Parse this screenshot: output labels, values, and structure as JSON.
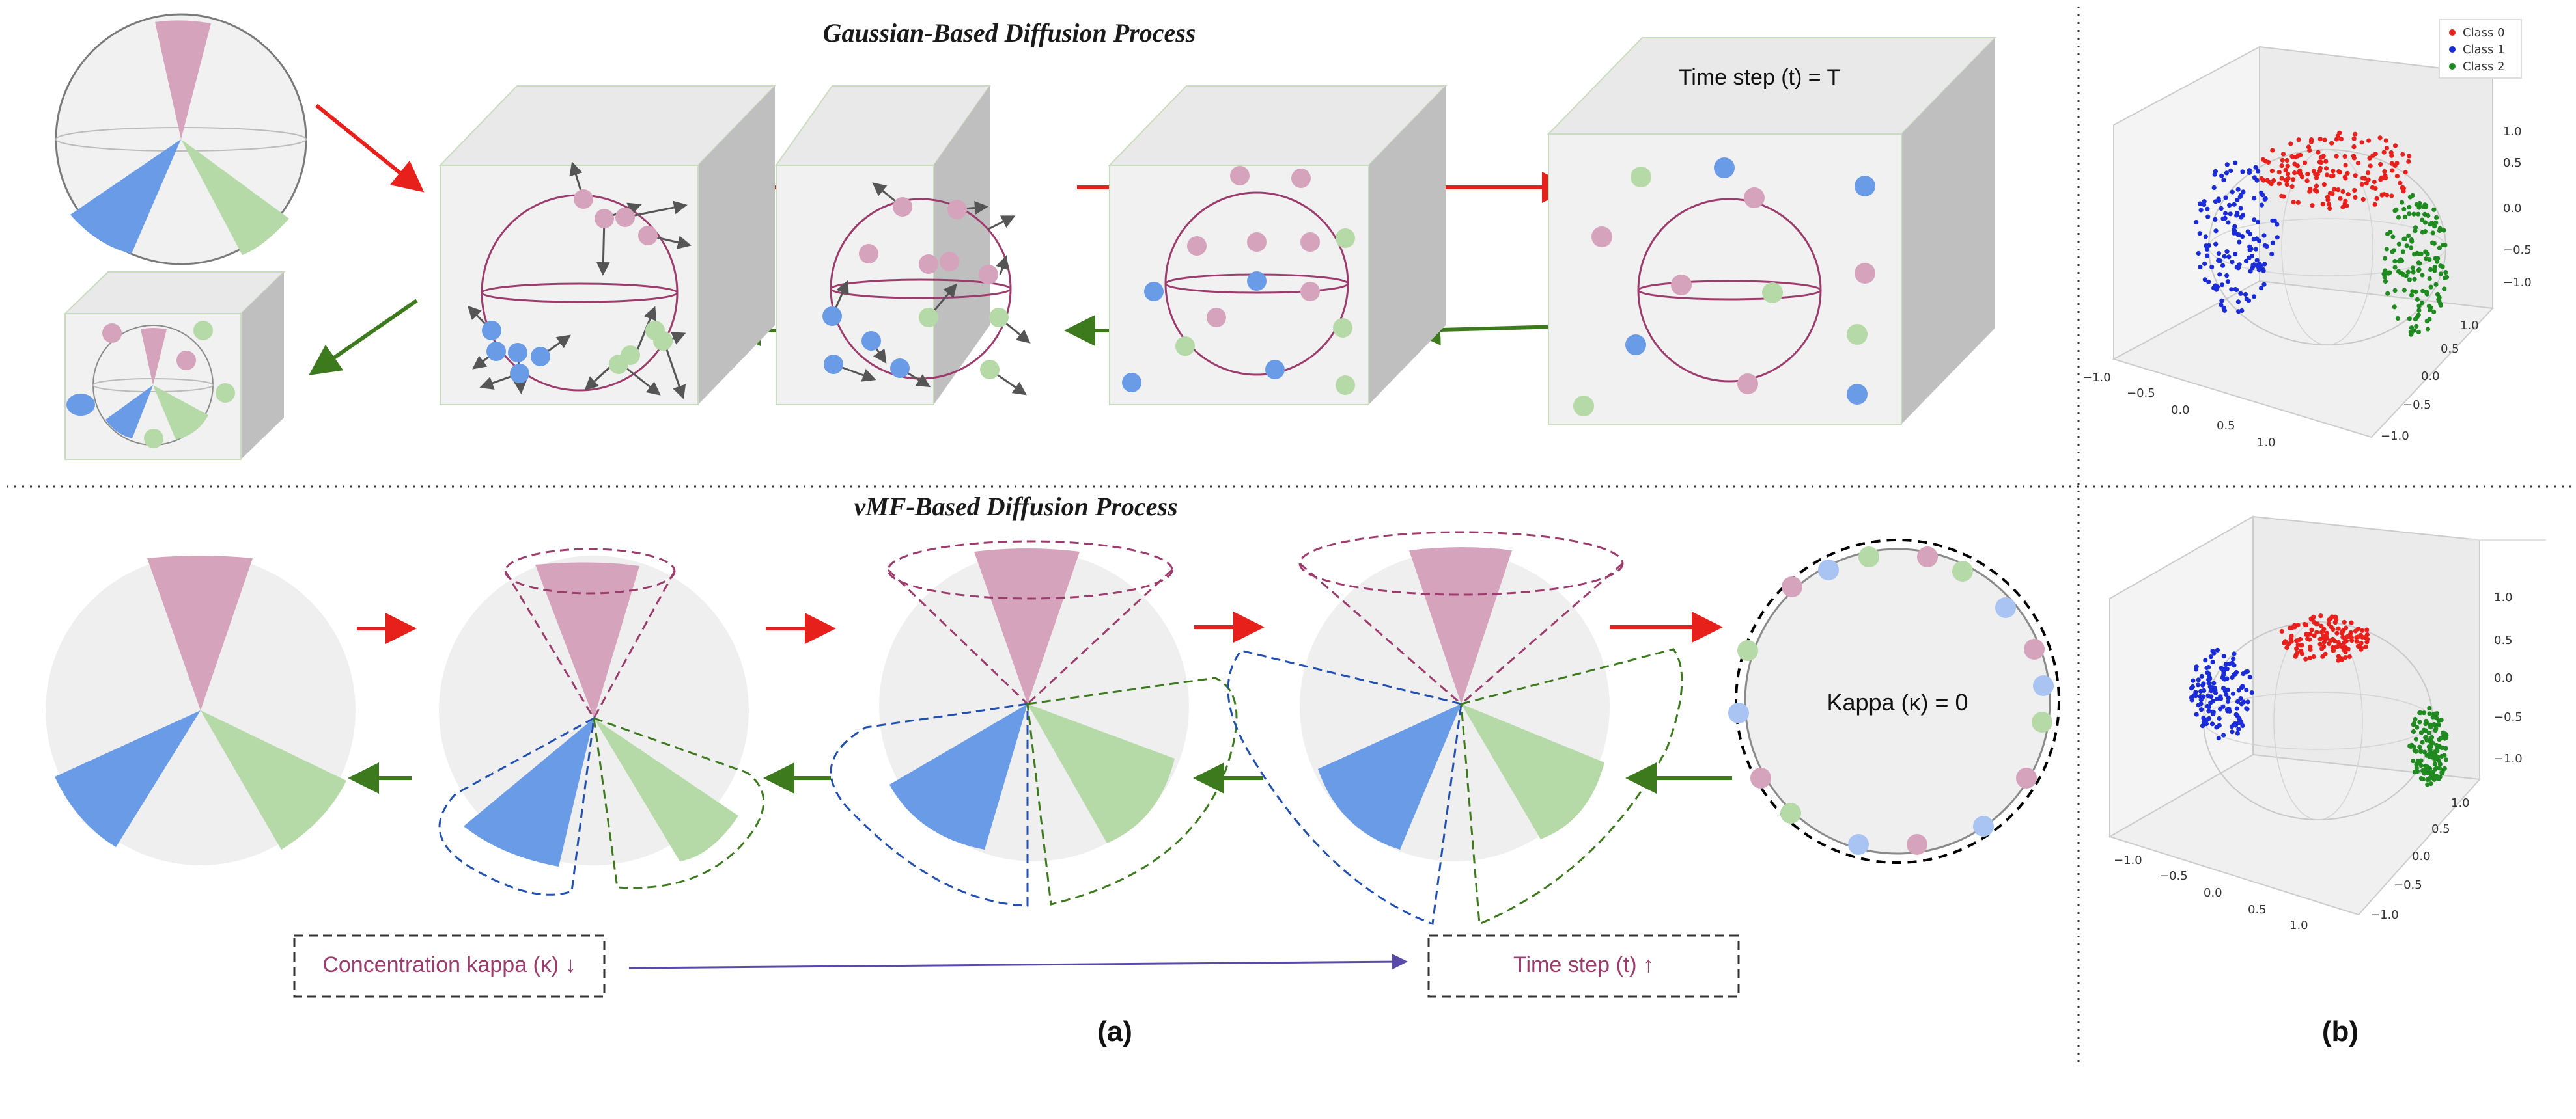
{
  "panel_a": {
    "gaussian_title": "Gaussian-Based Diffusion Process",
    "time_step_label": "Time step (t) = T",
    "vmf_title": "vMF-Based Diffusion Process",
    "kappa_zero_label": "Kappa (κ) = 0",
    "concentration_label": "Concentration kappa (κ) ↓",
    "time_step_up_label": "Time step (t) ↑",
    "caption": "(a)"
  },
  "panel_b": {
    "caption": "(b)",
    "legend": [
      "Class 0",
      "Class 1",
      "Class 2"
    ],
    "tick_labels_vertical": [
      "1.0",
      "0.5",
      "0.0",
      "−0.5",
      "−1.0"
    ],
    "tick_labels_x": [
      "−1.0",
      "−0.5",
      "0.0",
      "0.5",
      "1.0"
    ],
    "tick_labels_y": [
      "1.0",
      "0.5",
      "0.0",
      "−0.5",
      "−1.0"
    ]
  },
  "colors": {
    "pink": "#d6a3bd",
    "blue": "#6a9be6",
    "green": "#b5d9a7",
    "light_blue": "#a9c4f2",
    "forward_arrow": "#e8201c",
    "reverse_arrow": "#3d7a1e",
    "sphere_line": "#9b3c6c",
    "class0": "#e8201c",
    "class1": "#1a2bd8",
    "class2": "#1f8a1f"
  }
}
